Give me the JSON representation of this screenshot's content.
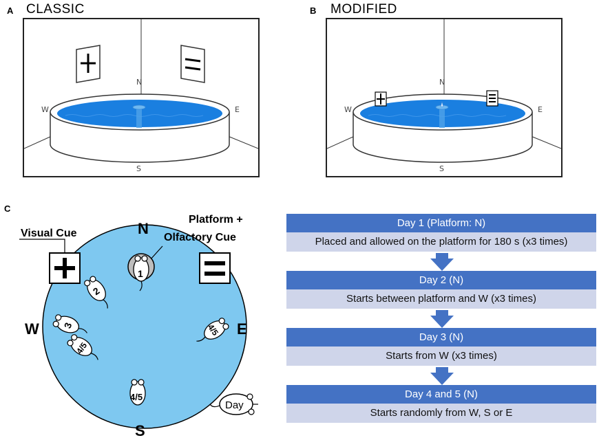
{
  "panel_a": {
    "letter": "A",
    "title": "CLASSIC",
    "north": "N",
    "south": "S",
    "east": "E",
    "west": "W"
  },
  "panel_b": {
    "letter": "B",
    "title": "MODIFIED",
    "north": "N",
    "south": "S",
    "east": "E",
    "west": "W"
  },
  "panel_c": {
    "letter": "C",
    "visual_cue_label": "Visual Cue",
    "platform_label_line1": "Platform +",
    "platform_label_line2": "Olfactory Cue",
    "north": "N",
    "south": "S",
    "east": "E",
    "west": "W",
    "mouse_labels": {
      "day1": "1",
      "day2": "2",
      "day3": "3",
      "day45_w": "4/5",
      "day45_e": "4/5",
      "day45_s": "4/5"
    },
    "legend_mouse_label": "Day",
    "water_color": "#7ec8f0"
  },
  "protocol": [
    {
      "header": "Day 1 (Platform: N)",
      "description": "Placed and allowed on the platform for 180 s (x3 times)"
    },
    {
      "header": "Day 2 (N)",
      "description": "Starts between platform and W (x3 times)"
    },
    {
      "header": "Day 3 (N)",
      "description": "Starts from W (x3 times)"
    },
    {
      "header": "Day 4 and 5 (N)",
      "description": "Starts randomly from W, S or E"
    }
  ],
  "colors": {
    "header_blue": "#4472c4",
    "body_lavender": "#cfd5ea",
    "pool_blue": "#1a7fe0"
  }
}
